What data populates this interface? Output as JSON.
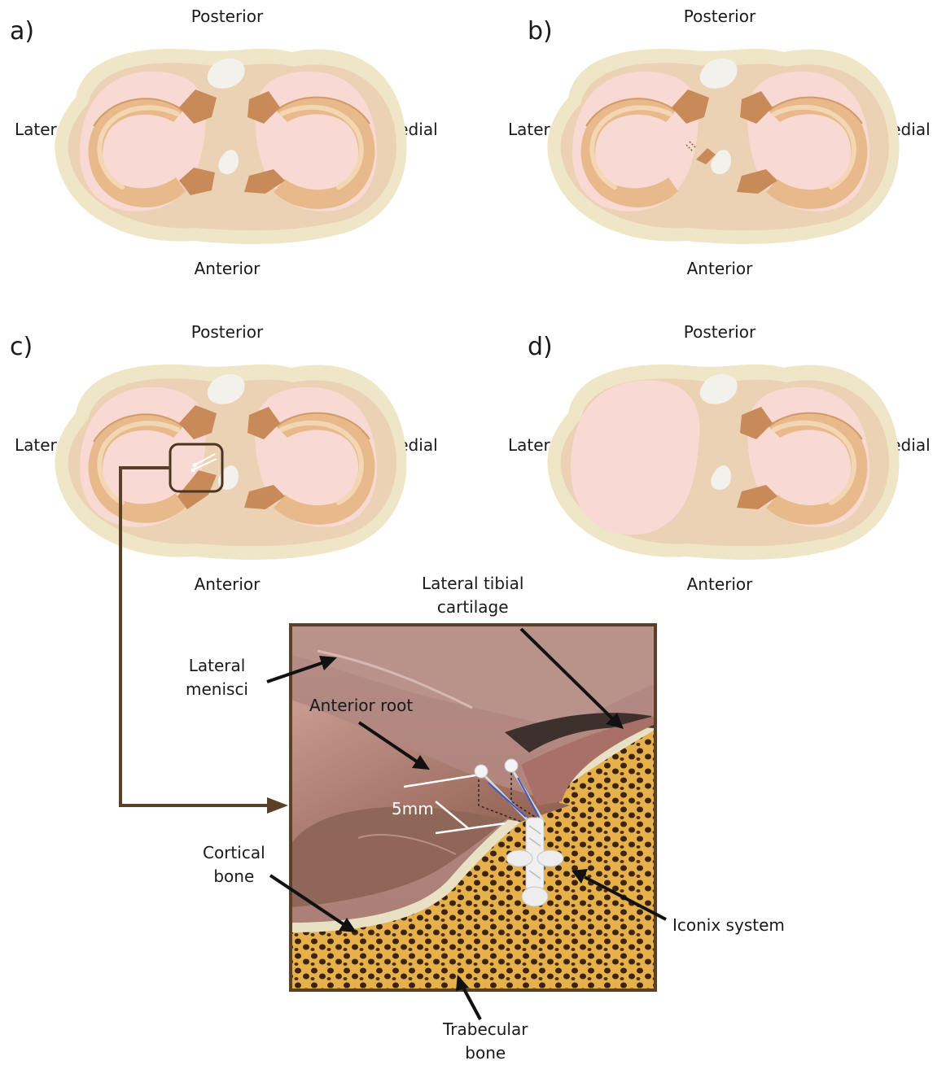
{
  "panels": [
    {
      "letter": "a)",
      "posterior": "Posterior",
      "anterior": "Anterior",
      "lateral": "Lateral",
      "medial": "Medial",
      "variant": "normal"
    },
    {
      "letter": "b)",
      "posterior": "Posterior",
      "anterior": "Anterior",
      "lateral": "Lateral",
      "medial": "Medial",
      "variant": "root-tear"
    },
    {
      "letter": "c)",
      "posterior": "Posterior",
      "anterior": "Anterior",
      "lateral": "Lateral",
      "medial": "Medial",
      "variant": "repair"
    },
    {
      "letter": "d)",
      "posterior": "Posterior",
      "anterior": "Anterior",
      "lateral": "Lateral",
      "medial": "Medial",
      "variant": "meniscectomy"
    }
  ],
  "inset": {
    "labels": {
      "lateral_tibial_cartilage_1": "Lateral tibial",
      "lateral_tibial_cartilage_2": "cartilage",
      "lateral_menisci_1": "Lateral",
      "lateral_menisci_2": "menisci",
      "anterior_root": "Anterior root",
      "measurement": "5mm",
      "cortical_bone_1": "Cortical",
      "cortical_bone_2": "bone",
      "iconix_system": "Iconix system",
      "trabecular_bone_1": "Trabecular",
      "trabecular_bone_2": "bone"
    }
  },
  "colors": {
    "plateau_outer": "#efe6c8",
    "plateau_inner": "#ecd2b4",
    "meniscus": "#e8b98a",
    "meniscus_light": "#f3d6b4",
    "cartilage": "#f9d9d3",
    "root": "#c88a58",
    "spine_white": "#f3f1ec",
    "inset_frame": "#5b4028",
    "inset_tissue": "#b98478",
    "bone_yellow": "#e2a83c"
  }
}
